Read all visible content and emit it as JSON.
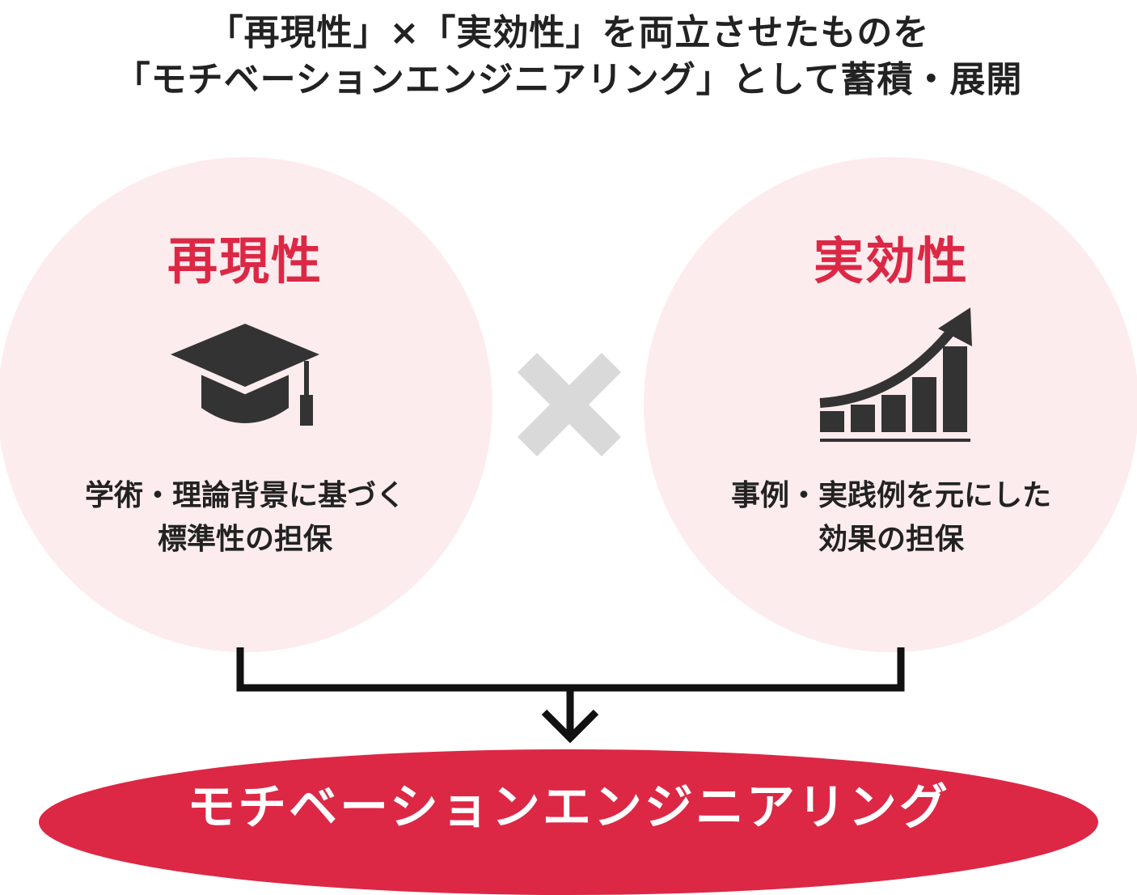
{
  "headline": {
    "line1": "「再現性」×「実効性」を両立させたものを",
    "line2": "「モチベーションエンジニアリング」として蓄積・展開"
  },
  "left_circle": {
    "title": "再現性",
    "icon": "graduation-cap-icon",
    "desc_line1": "学術・理論背景に基づく",
    "desc_line2": "標準性の担保"
  },
  "operator": {
    "icon": "multiply-icon"
  },
  "right_circle": {
    "title": "実効性",
    "icon": "growth-bar-chart-icon",
    "desc_line1": "事例・実践例を元にした",
    "desc_line2": "効果の担保"
  },
  "result": {
    "label": "モチベーションエンジニアリング"
  },
  "colors": {
    "accent": "#dc2845",
    "circle_fill": "#fdecee",
    "icon": "#333333",
    "cross": "#d9d9d9",
    "text": "#222222"
  }
}
